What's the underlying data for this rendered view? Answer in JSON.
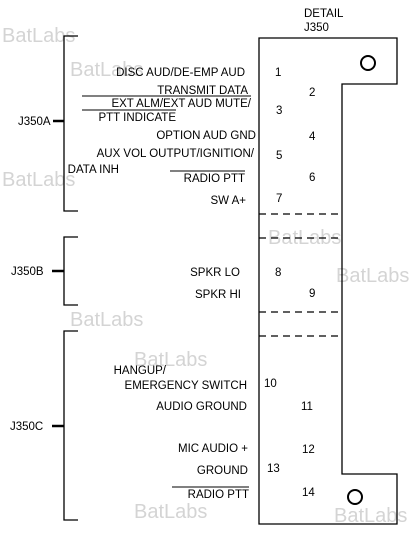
{
  "header": {
    "line1": "DETAIL",
    "line2": "J350"
  },
  "watermark": "BatLabs",
  "groups": [
    {
      "label": "J350A"
    },
    {
      "label": "J350B"
    },
    {
      "label": "J350C"
    }
  ],
  "signals": [
    "DISC AUD/DE-EMP AUD",
    "TRANSMIT DATA",
    "EXT ALM/EXT AUD MUTE/",
    "PTT INDICATE",
    "OPTION AUD GND",
    "AUX VOL OUTPUT/IGNITION/",
    "DATA INH",
    "RADIO PTT",
    "SW A+",
    "SPKR LO",
    "SPKR HI",
    "HANGUP/",
    "EMERGENCY SWITCH",
    "AUDIO GROUND",
    "MIC AUDIO +",
    "GROUND",
    "RADIO PTT"
  ],
  "pins": [
    "1",
    "2",
    "3",
    "4",
    "5",
    "6",
    "7",
    "8",
    "9",
    "10",
    "11",
    "12",
    "13",
    "14"
  ]
}
